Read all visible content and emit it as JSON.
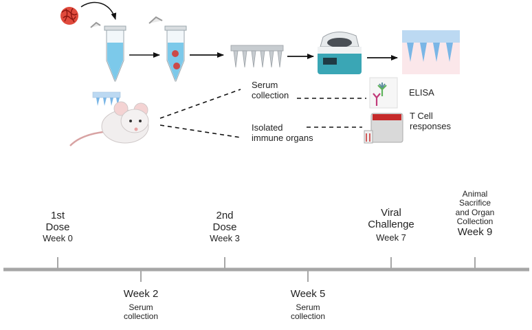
{
  "workflow": {
    "serum": [
      "Serum",
      "collection"
    ],
    "organs": [
      "Isolated",
      "immune organs"
    ],
    "elisa": "ELISA",
    "tcell": [
      "T Cell",
      "responses"
    ]
  },
  "timeline": {
    "above": [
      {
        "lines": [
          "1st",
          "Dose"
        ],
        "week": "Week 0"
      },
      {
        "lines": [
          "2nd",
          "Dose"
        ],
        "week": "Week 3"
      },
      {
        "lines": [
          "Viral",
          "Challenge"
        ],
        "week": "Week 7"
      },
      {
        "lines": [
          "Animal",
          "Sacrifice",
          "and Organ",
          "Collection"
        ],
        "week": "Week 9"
      }
    ],
    "below": [
      {
        "week": "Week 2",
        "lines": [
          "Serum",
          "collection"
        ]
      },
      {
        "week": "Week 5",
        "lines": [
          "Serum",
          "collection"
        ]
      }
    ]
  },
  "icons": [
    "rna-ball-icon",
    "tube-icon",
    "tube-with-particles-icon",
    "microneedle-mold-icon",
    "centrifuge-icon",
    "microneedle-patch-icon",
    "mouse-icon",
    "elisa-antibody-icon",
    "plate-reader-icon"
  ],
  "colors": {
    "arrow": "#111111",
    "timeline": "#a6a6a6",
    "tube_fill": "#8fd3ee",
    "rna": "#d9342b",
    "patch": "#b9d8f0"
  }
}
